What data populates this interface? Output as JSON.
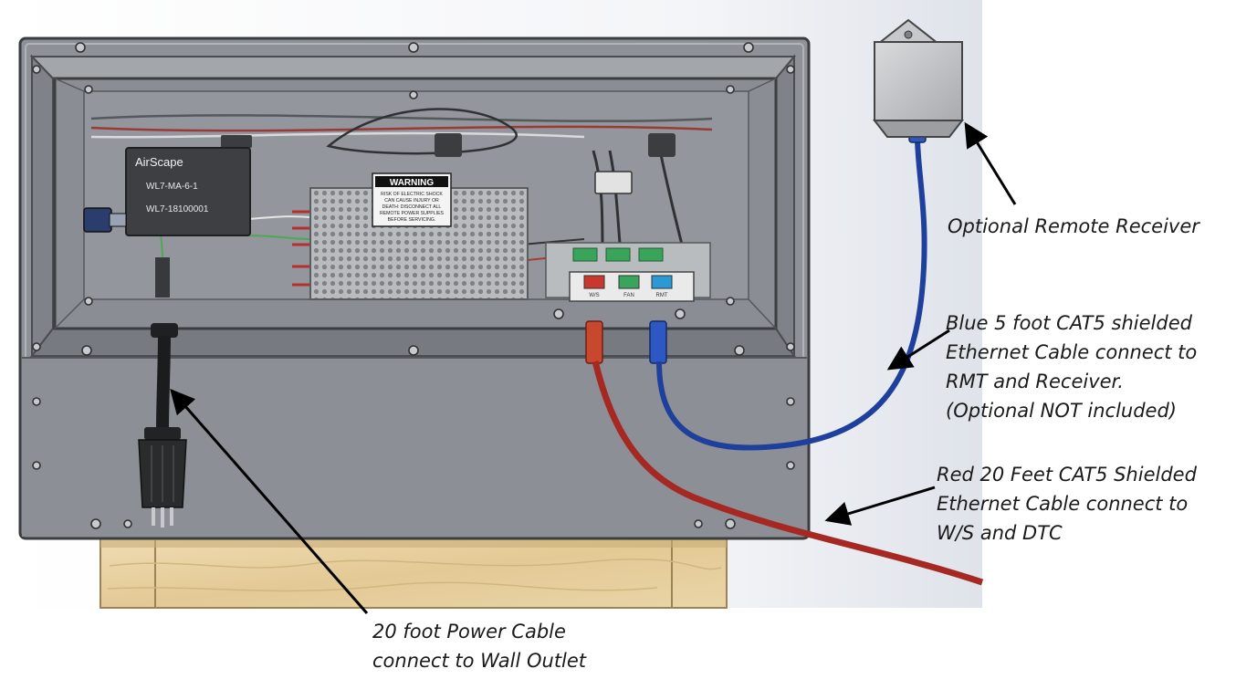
{
  "controller": {
    "brand": "AirScape",
    "model_line1": "WL7-MA-6-1",
    "model_line2": "WL7-18100001"
  },
  "warning_label": {
    "title": "WARNING",
    "text": [
      "RISK OF ELECTRIC SHOCK",
      "CAN CAUSE INJURY OR",
      "DEATH: DISCONNECT ALL",
      "REMOTE POWER SUPPLIES",
      "BEFORE SERVICING."
    ]
  },
  "terminal_board": {
    "port_ws": "W/S",
    "port_fan": "FAN",
    "port_rmt": "RMT"
  },
  "colors": {
    "panel": "#8d9096",
    "panel_dark": "#6f7379",
    "red_cable": "#a52822",
    "blue_cable": "#1f3f9c",
    "wood": "#e6cf9f"
  },
  "callouts": {
    "receiver": [
      "Optional Remote Receiver"
    ],
    "blue_cable": [
      "Blue 5 foot CAT5 shielded",
      "Ethernet Cable connect to",
      "RMT and Receiver.",
      "(Optional NOT included)"
    ],
    "red_cable": [
      "Red 20 Feet CAT5 Shielded",
      "Ethernet Cable connect to",
      "W/S and DTC"
    ],
    "power_cable": [
      "20 foot Power Cable",
      "connect to Wall Outlet"
    ]
  }
}
